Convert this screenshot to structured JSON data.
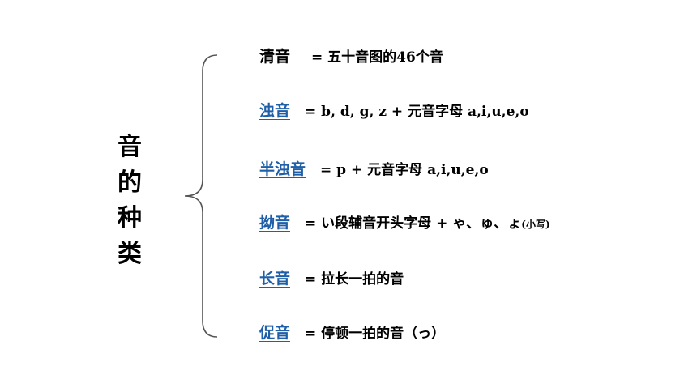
{
  "title_chars": [
    "音",
    "的",
    "种",
    "类"
  ],
  "rows": [
    {
      "term": "清音",
      "desc": "= 五十音图的46个音",
      "link": false
    },
    {
      "term": "浊音",
      "desc": "= b, d, g, z + 元音字母 a,i,u,e,o",
      "link": true
    },
    {
      "term": "半浊音",
      "desc": "= p + 元音字母 a,i,u,e,o",
      "link": true
    },
    {
      "term": "拗音",
      "desc": "= い段辅音开头字母 + ゃ、ゅ、ょ",
      "desc_small": "(小写)",
      "link": true
    },
    {
      "term": "长音",
      "desc": "= 拉长一拍的音",
      "link": true
    },
    {
      "term": "促音",
      "desc": "= 停顿一拍的音（っ）",
      "link": true
    }
  ],
  "colors": {
    "link": "#1f5fa8",
    "text": "#000000",
    "brace": "#555555"
  }
}
